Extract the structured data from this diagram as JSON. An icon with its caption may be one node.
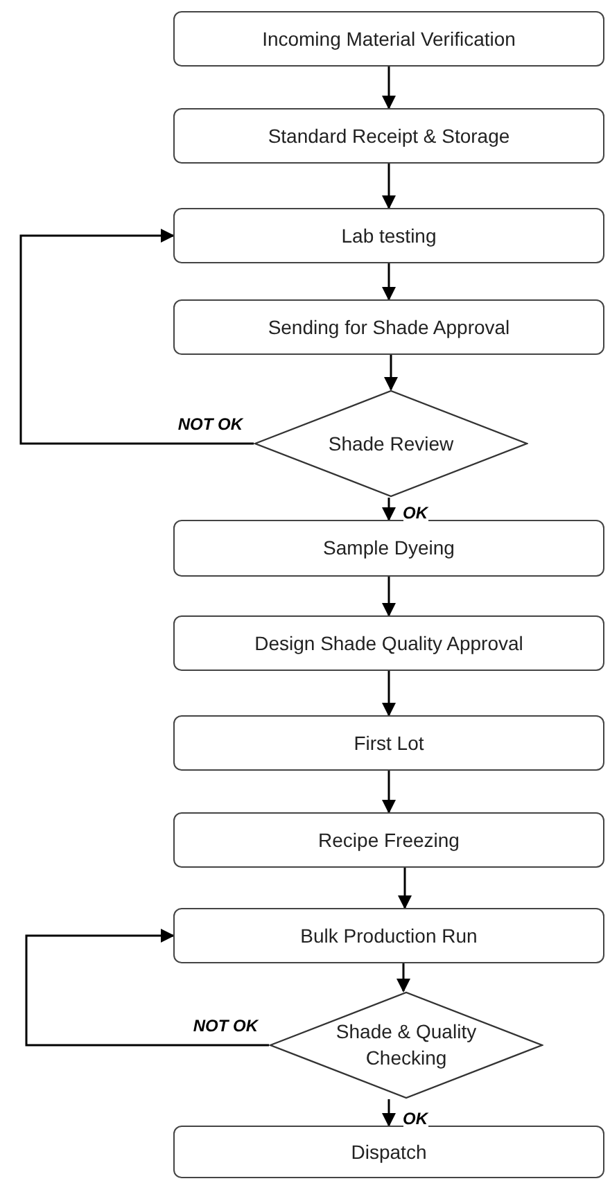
{
  "diagram": {
    "nodes": [
      {
        "text": [
          "Incoming Material Verification"
        ]
      },
      {
        "text": [
          "Standard Receipt & Storage"
        ]
      },
      {
        "text": [
          "Lab testing"
        ]
      },
      {
        "text": [
          "Sending for Shade Approval"
        ]
      },
      {
        "text": [
          "Shade Review"
        ]
      },
      {
        "text": [
          "Sample Dyeing"
        ]
      },
      {
        "text": [
          "Design Shade Quality Approval"
        ]
      },
      {
        "text": [
          "First Lot"
        ]
      },
      {
        "text": [
          "Recipe Freezing"
        ]
      },
      {
        "text": [
          "Bulk Production Run"
        ]
      },
      {
        "text": [
          "Shade & Quality Checking"
        ]
      },
      {
        "text": [
          "Dispatch"
        ]
      }
    ],
    "edges": [
      {
        "from": 0,
        "to": 1,
        "arrow": "to"
      },
      {
        "from": 1,
        "to": 2,
        "arrow": "to"
      },
      {
        "from": 2,
        "to": 3,
        "arrow": "to"
      },
      {
        "from": 3,
        "to": 4,
        "arrow": "to"
      },
      {
        "from": 4,
        "to": 5,
        "arrow": "to",
        "label": "OK"
      },
      {
        "from": 4,
        "to": 2,
        "arrow": "to",
        "label": "NOT OK"
      },
      {
        "from": 5,
        "to": 6,
        "arrow": "to"
      },
      {
        "from": 6,
        "to": 7,
        "arrow": "to"
      },
      {
        "from": 7,
        "to": 8,
        "arrow": "to"
      },
      {
        "from": 8,
        "to": 9,
        "arrow": "to"
      },
      {
        "from": 9,
        "to": 10,
        "arrow": "to"
      },
      {
        "from": 10,
        "to": 11,
        "arrow": "to",
        "label": "OK"
      },
      {
        "from": 10,
        "to": 9,
        "arrow": "to",
        "label": "NOT OK"
      }
    ]
  }
}
